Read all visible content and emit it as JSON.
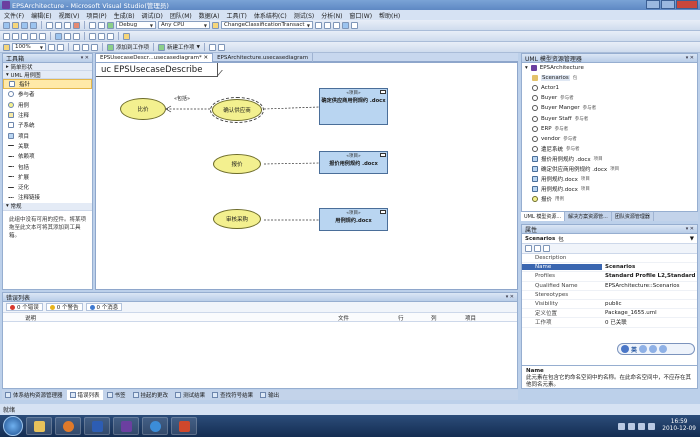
{
  "window": {
    "title": "EPSArchitecture - Microsoft Visual Studio(管理员)"
  },
  "menu": [
    "文件(F)",
    "编辑(E)",
    "视图(V)",
    "项目(P)",
    "生成(B)",
    "调试(D)",
    "团队(M)",
    "数据(A)",
    "工具(T)",
    "体系结构(C)",
    "测试(S)",
    "分析(N)",
    "窗口(W)",
    "帮助(H)"
  ],
  "toolbar": {
    "config": "Debug",
    "platform": "Any CPU",
    "find": "ChangeClassificationTransact",
    "zoom": "100%",
    "work_item": "新建工作项",
    "add_work_item": "添加到工作项"
  },
  "toolbox": {
    "title": "工具箱",
    "sections": {
      "general_shapes": "简单形状",
      "uml_usecase": "UML 用例图",
      "general": "常规"
    },
    "items": [
      "指针",
      "参与者",
      "用例",
      "注释",
      "子系统",
      "项目",
      "关联",
      "依赖项",
      "包括",
      "扩展",
      "泛化",
      "注释链接"
    ],
    "empty_text": "此组中没有可用的控件。将某项拖至此文本可将其添加到工具箱。"
  },
  "editor": {
    "tabs": [
      "EPSUsecaseDescr...usecasediagram*",
      "EPSArchitecture.usecasediagram"
    ],
    "diagram_title": "uc EPSUsecaseDescribe",
    "usecases": [
      "比价",
      "确认供应商",
      "报价",
      "审核采购"
    ],
    "include_label": "«包括»",
    "artifacts": [
      {
        "stereo": "«项目»",
        "name": "确定供应商用例规约 .docx"
      },
      {
        "stereo": "«项目»",
        "name": "报价用例规约 .docx"
      },
      {
        "stereo": "«项目»",
        "name": "用例规约.docx"
      }
    ]
  },
  "solution": {
    "title": "UML 模型资源管理器",
    "root": "EPSArchitecture",
    "items": [
      {
        "label": "Scenarios",
        "sub": "包"
      },
      {
        "label": "Actor1",
        "sub": "参与者"
      },
      {
        "label": "Buyer",
        "sub": "参与者"
      },
      {
        "label": "Buyer  Manger",
        "sub": "参与者"
      },
      {
        "label": "Buyer  Staff",
        "sub": "参与者"
      },
      {
        "label": "ERP",
        "sub": "参与者"
      },
      {
        "label": "vendor",
        "sub": "参与者"
      },
      {
        "label": "遭尼系统",
        "sub": "参与者"
      },
      {
        "label": "报价用例规约 .docx",
        "sub": "项目"
      },
      {
        "label": "确定供应商用例规约 .docx",
        "sub": "项目"
      },
      {
        "label": "用例规约.docx",
        "sub": "项目"
      },
      {
        "label": "用例规约.docx",
        "sub": "项目"
      },
      {
        "label": "报价",
        "sub": "用例"
      }
    ],
    "tabs": [
      "UML 模型资源...",
      "解决方案资源管...",
      "团队资源管理器"
    ]
  },
  "properties": {
    "title": "属性",
    "object": "Scenarios",
    "object_type": "包",
    "rows": [
      {
        "k": "Description",
        "v": ""
      },
      {
        "k": "Name",
        "v": "Scenarios"
      },
      {
        "k": "Profiles",
        "v": "Standard Profile L2,Standard"
      },
      {
        "k": "Qualified Name",
        "v": "EPSArchitecture::Scenarios"
      },
      {
        "k": "Stereotypes",
        "v": ""
      },
      {
        "k": "Visibility",
        "v": "public"
      },
      {
        "k": "定义位置",
        "v": "Package_1655.uml"
      },
      {
        "k": "工作项",
        "v": "0 已关联"
      }
    ],
    "desc_title": "Name",
    "desc_text": "此元素在包含它的命名空间中的名称。在此命名空间中，不应存在其他同名元素。"
  },
  "ime": {
    "label": "英"
  },
  "errors": {
    "title": "错误列表",
    "filters": [
      "0 个错误",
      "0 个警告",
      "0 个消息"
    ],
    "cols": [
      "说明",
      "文件",
      "行",
      "列",
      "项目"
    ]
  },
  "bottom_tabs": [
    "体系结构资源管理器",
    "错误列表",
    "书签",
    "挂起的更改",
    "测试结果",
    "查找符号结果",
    "输出"
  ],
  "status": "就绪",
  "clock": {
    "time": "16:59",
    "date": "2010-12-09"
  }
}
